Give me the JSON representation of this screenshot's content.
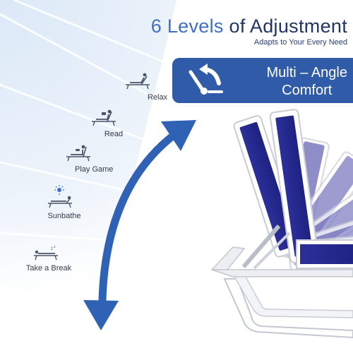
{
  "header": {
    "title_accent": "6 Levels",
    "title_rest": " of Adjustment",
    "subtitle": "Adapts to Your Every Need"
  },
  "banner": {
    "line1": "Multi – Angle",
    "line2": "Comfort",
    "icon": "recline-arrow-icon"
  },
  "positions": [
    {
      "label": "Relax",
      "icon": "relax-recline-icon"
    },
    {
      "label": "Read",
      "icon": "reading-recline-icon"
    },
    {
      "label": "Play Game",
      "icon": "gaming-recline-icon"
    },
    {
      "label": "Sunbathe",
      "icon": "sunbathe-sun-icon"
    },
    {
      "label": "Take a Break",
      "icon": "sleep-flat-icon"
    }
  ],
  "colors": {
    "accent": "#3f6fc4",
    "title_dark": "#1f3565",
    "banner_bg": "#2f5ba8",
    "arc_blue": "#2f62b5",
    "fabric": "#2a2e9e",
    "frame": "#e6e8ec"
  }
}
